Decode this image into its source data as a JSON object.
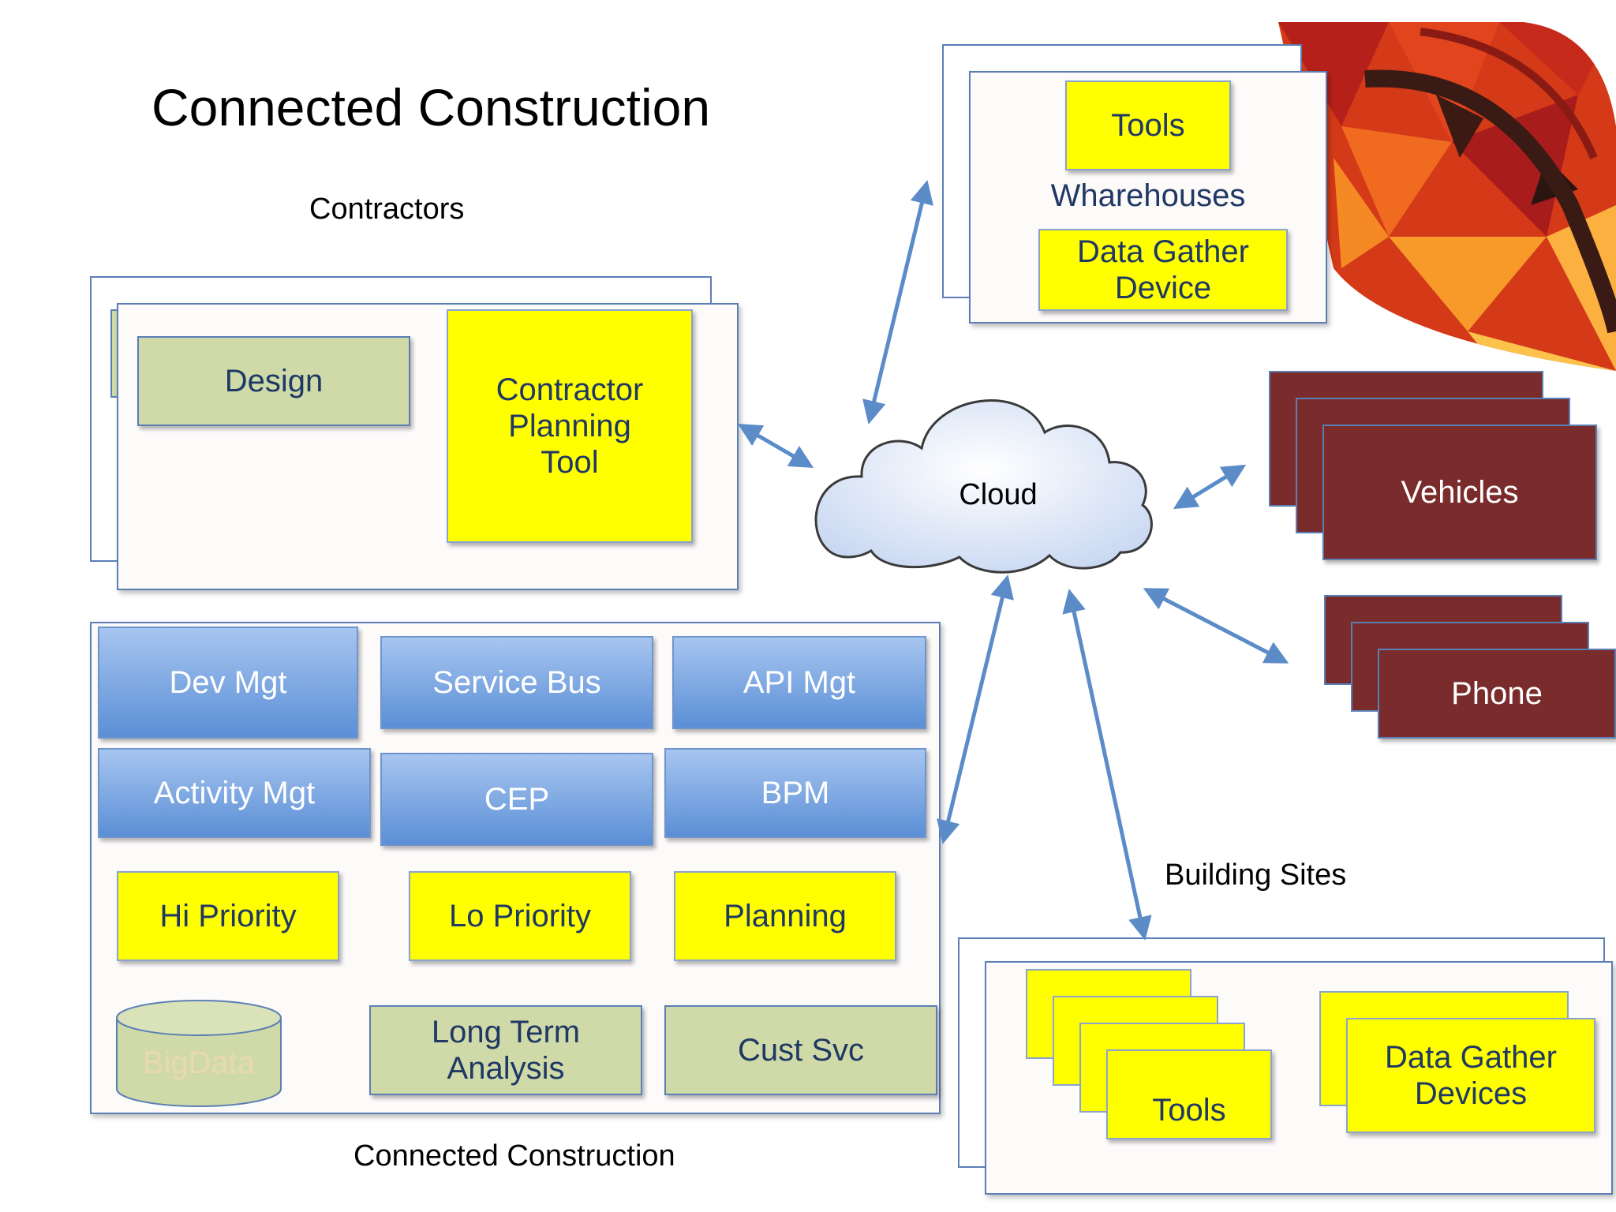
{
  "title": "Connected Construction",
  "contractors": {
    "label": "Contractors",
    "design": "Design",
    "planning_tool": "Contractor\nPlanning\nTool"
  },
  "platform": {
    "caption": "Connected Construction",
    "dev_mgt": "Dev Mgt",
    "service_bus": "Service Bus",
    "api_mgt": "API Mgt",
    "activity_mgt": "Activity Mgt",
    "cep": "CEP",
    "bpm": "BPM",
    "hi_priority": "Hi Priority",
    "lo_priority": "Lo Priority",
    "planning": "Planning",
    "bigdata": "BigData",
    "long_term": "Long Term\nAnalysis",
    "cust_svc": "Cust Svc"
  },
  "cloud": {
    "label": "Cloud"
  },
  "warehouses": {
    "label": "Wharehouses",
    "tools": "Tools",
    "data_gather": "Data Gather\nDevice"
  },
  "vehicles": {
    "label": "Vehicles"
  },
  "phone": {
    "label": "Phone"
  },
  "building_sites": {
    "label": "Building Sites",
    "tools": "Tools",
    "data_gather": "Data Gather\nDevices"
  },
  "colors": {
    "arrow": "#5b8cc8",
    "maroon": "#7a2b2b",
    "yellow": "#ffff00",
    "green": "#cfdaa8",
    "blue": "#5b8fd6"
  }
}
